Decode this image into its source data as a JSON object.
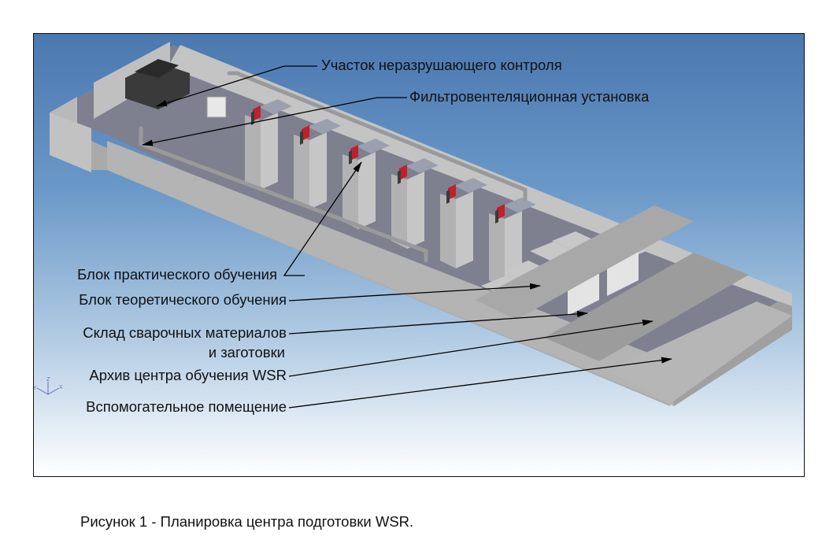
{
  "figure": {
    "caption": "Рисунок 1 - Планировка центра подготовки WSR.",
    "colors": {
      "sky_top": "#4a78b0",
      "sky_bottom": "#ffffff",
      "wall_light": "#c8c8c8",
      "wall_mid": "#b0b0b0",
      "floor": "#7d7f8f",
      "equipment_dark": "#3a3a3a",
      "accent_red": "#c0202a",
      "leader_line": "#000000"
    }
  },
  "labels": [
    {
      "id": "ndt",
      "text": "Участок неразрушающего контроля"
    },
    {
      "id": "ventilation",
      "text": "Фильтровентеляционная установка"
    },
    {
      "id": "practice",
      "text": "Блок практического обучения"
    },
    {
      "id": "theory",
      "text": "Блок теоретического обучения"
    },
    {
      "id": "storage",
      "text": "Склад сварочных материалов",
      "text2": "и заготовки"
    },
    {
      "id": "archive",
      "text": "Архив центра обучения  WSR"
    },
    {
      "id": "auxiliary",
      "text": "Вспомогательное помещение"
    }
  ],
  "axes_triad": {
    "x": "X",
    "y": "Y",
    "z": "Z"
  },
  "welding_booths": 6,
  "theory_desks": 6,
  "storage_racks": 4
}
